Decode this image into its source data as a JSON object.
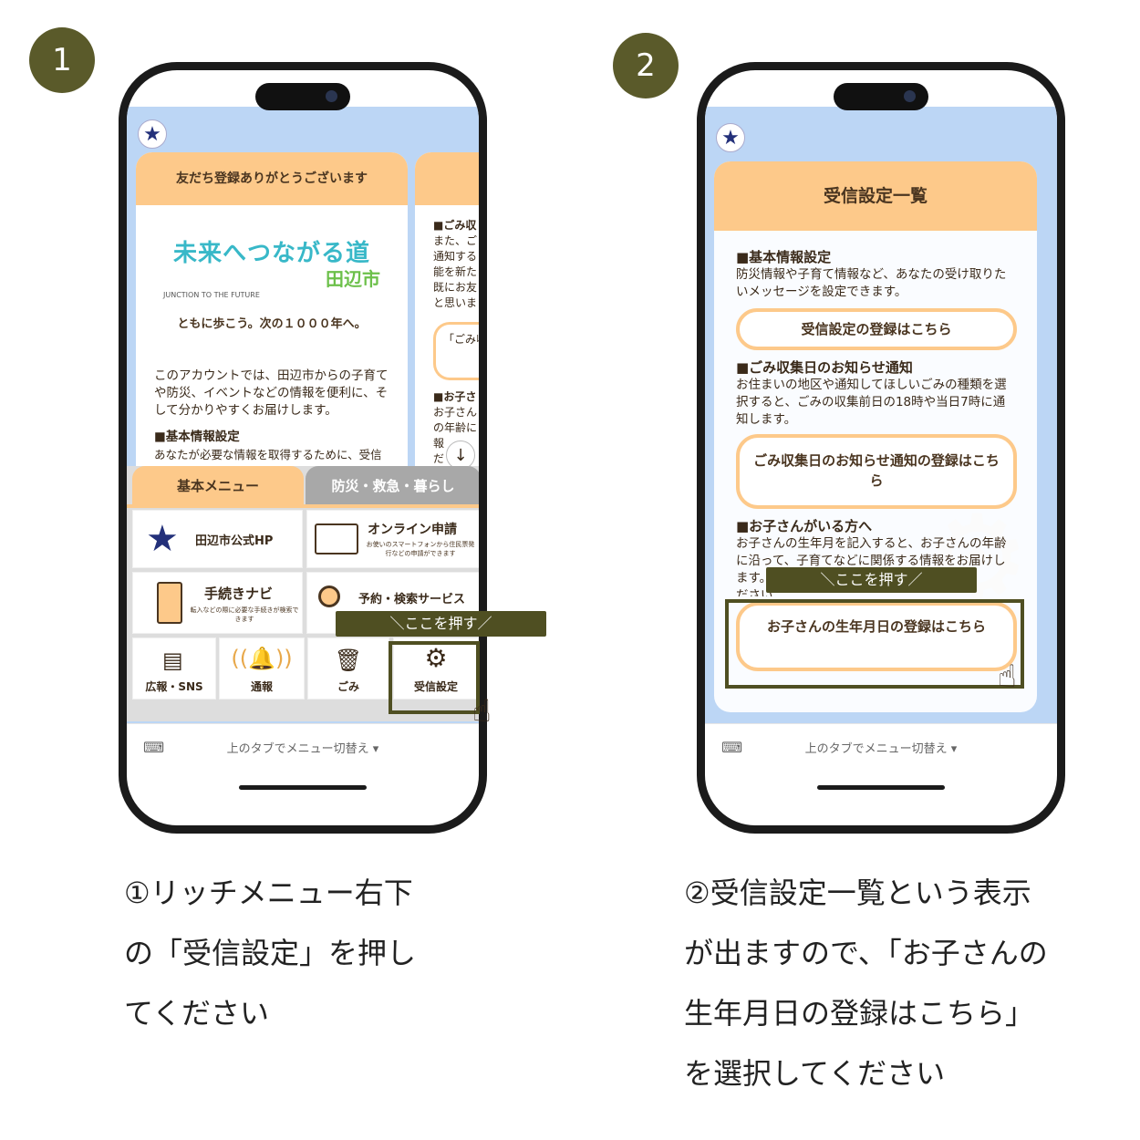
{
  "step1": {
    "badge": "1",
    "thanks_header": "友だち登録ありがとうございます",
    "logo_text": "未来へつながる道",
    "logo_city": "田辺市",
    "logo_sub": "JUNCTION TO THE FUTURE",
    "slogan": "ともに歩こう。次の１０００年へ。",
    "intro": "このアカウントでは、田辺市からの子育てや防災、イベントなどの情報を便利に、そして分かりやすくお届けします。",
    "basic_heading": "■基本情報設定",
    "basic_text": "あなたが必要な情報を取得するために、受信したい情報などの「受信設定」をお願いし",
    "side_card_lines": [
      "■ごみ収",
      "また、ご",
      "通知する",
      "能を新た",
      "既にお友",
      "と思いま"
    ],
    "side_card_quote": "「ごみ収",
    "side_card_lines2": [
      "■お子さ",
      "お子さん",
      "の年齢に",
      "報",
      "だ"
    ],
    "tabs": [
      "基本メニュー",
      "防災・救急・暮らし"
    ],
    "tiles": {
      "official_hp": "田辺市公式HP",
      "online_title": "オンライン申請",
      "online_sub": "お使いのスマートフォンから住民票発行などの申請ができます",
      "navi_title": "手続きナビ",
      "navi_sub": "転入などの際に必要な手続きが検索できます",
      "reserve_title": "予約・検索サービス",
      "koho": "広報・SNS",
      "tsuho": "通報",
      "gomi": "ごみ",
      "jushin": "受信設定"
    },
    "footer": "上のタブでメニュー切替え ▾",
    "callout": "＼ここを押す／",
    "caption_lines": [
      "①リッチメニュー右下",
      "の「受信設定」を押し",
      "てください"
    ]
  },
  "step2": {
    "badge": "2",
    "header": "受信設定一覧",
    "basic_heading": "■基本情報設定",
    "basic_text": "防災情報や子育て情報など、あなたの受け取りたいメッセージを設定できます。",
    "basic_button": "受信設定の登録はこちら",
    "gomi_heading": "■ごみ収集日のお知らせ通知",
    "gomi_text": "お住まいの地区や通知してほしいごみの種類を選択すると、ごみの収集前日の18時や当日7時に通知します。",
    "gomi_button": "ごみ収集日のお知らせ通知の登録はこちら",
    "child_heading": "■お子さんがいる方へ",
    "child_text": "お子さんの生年月を記入すると、お子さんの年齢に沿って、子育てなどに関係する情報をお届けします。ご活用く",
    "child_text_tail": "ださい",
    "child_button": "お子さんの生年月日の登録はこちら",
    "footer": "上のタブでメニュー切替え ▾",
    "callout": "＼ここを押す／",
    "caption_lines": [
      "②受信設定一覧という表示",
      "が出ますので、「お子さんの",
      "生年月日の登録はこちら」",
      "を選択してください"
    ]
  },
  "colors": {
    "badge": "#5a5a2a",
    "header_orange": "#fdc98a",
    "screen_blue": "#bcd6f5",
    "callout": "#4f4f22"
  },
  "icons": [
    "star-emblem-icon",
    "gear-icon",
    "pointing-hand-icon",
    "keyboard-icon",
    "bell-icon",
    "trash-icon",
    "newspaper-icon",
    "document-icon",
    "computer-icon",
    "arrow-down-icon"
  ]
}
